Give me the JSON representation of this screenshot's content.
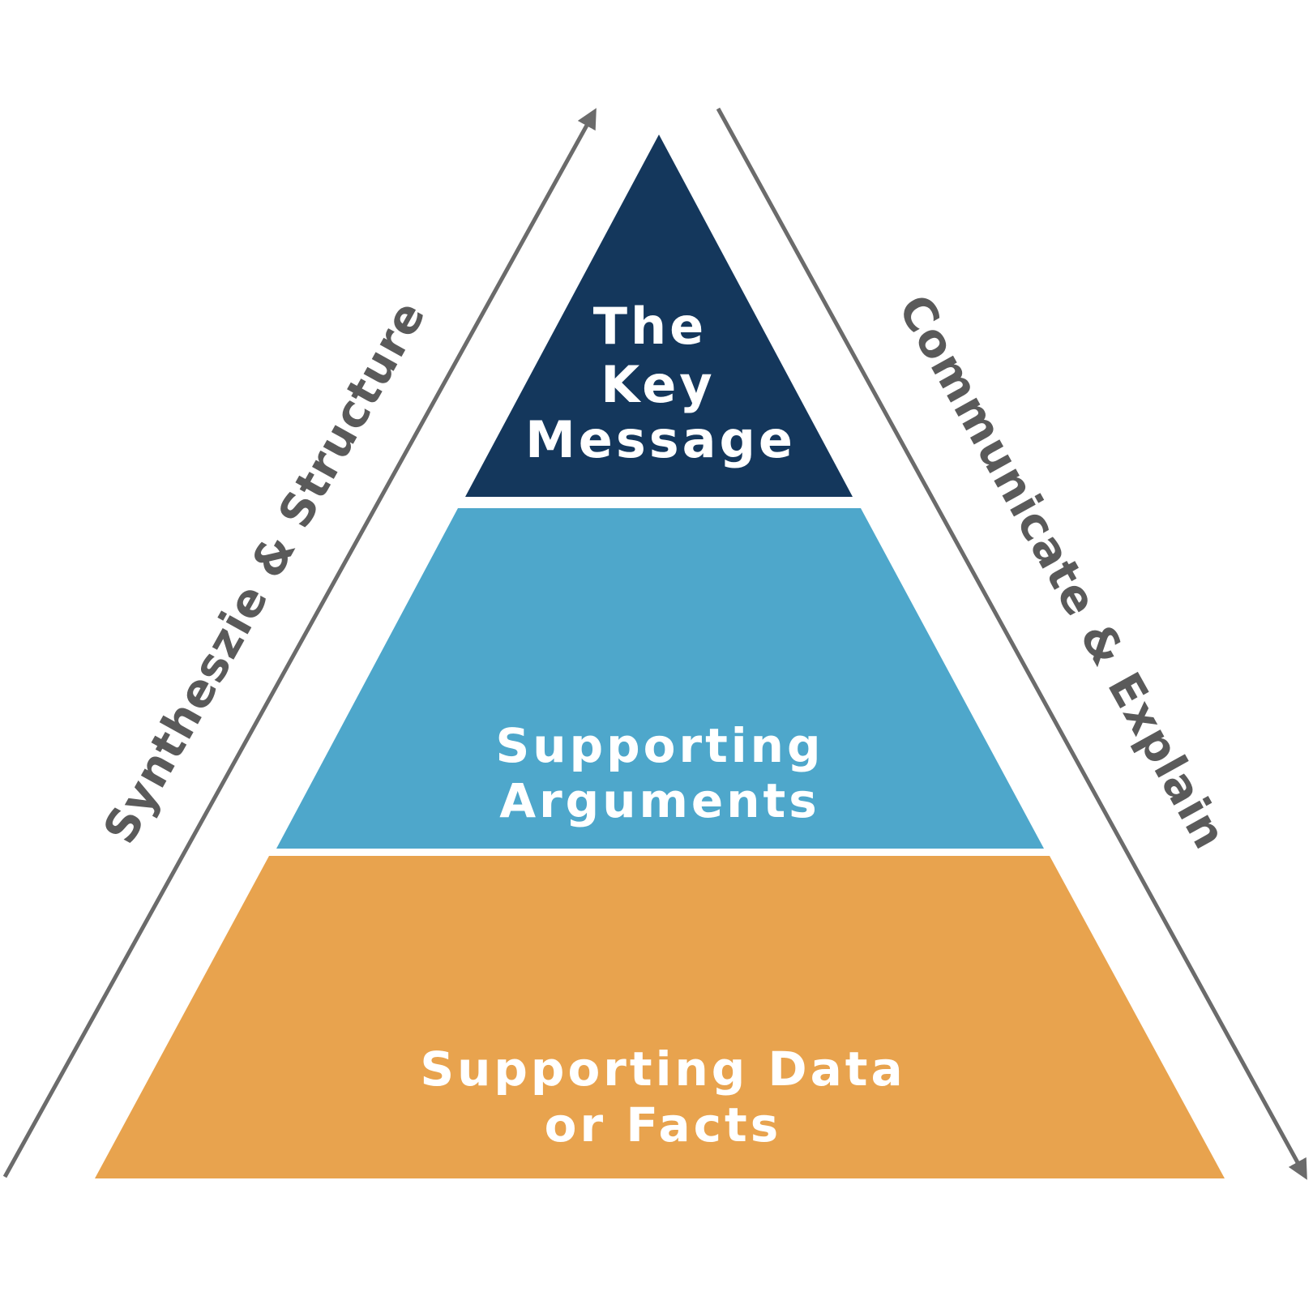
{
  "colors": {
    "top_tier": "#14375c",
    "middle_tier": "#4ea7cb",
    "bottom_tier": "#e8a34e",
    "arrows": "#6b6b6b",
    "tier_text": "#ffffff",
    "side_text": "#5a5a5a"
  },
  "pyramid": {
    "top": {
      "lines": [
        "The",
        "Key",
        "Message"
      ]
    },
    "middle": {
      "lines": [
        "Supporting",
        "Arguments"
      ]
    },
    "bottom": {
      "lines": [
        "Supporting Data",
        "or Facts"
      ]
    }
  },
  "arrows": {
    "left": {
      "label": "Syntheszie & Structure",
      "direction": "up"
    },
    "right": {
      "label": "Communicate & Explain",
      "direction": "down"
    }
  }
}
